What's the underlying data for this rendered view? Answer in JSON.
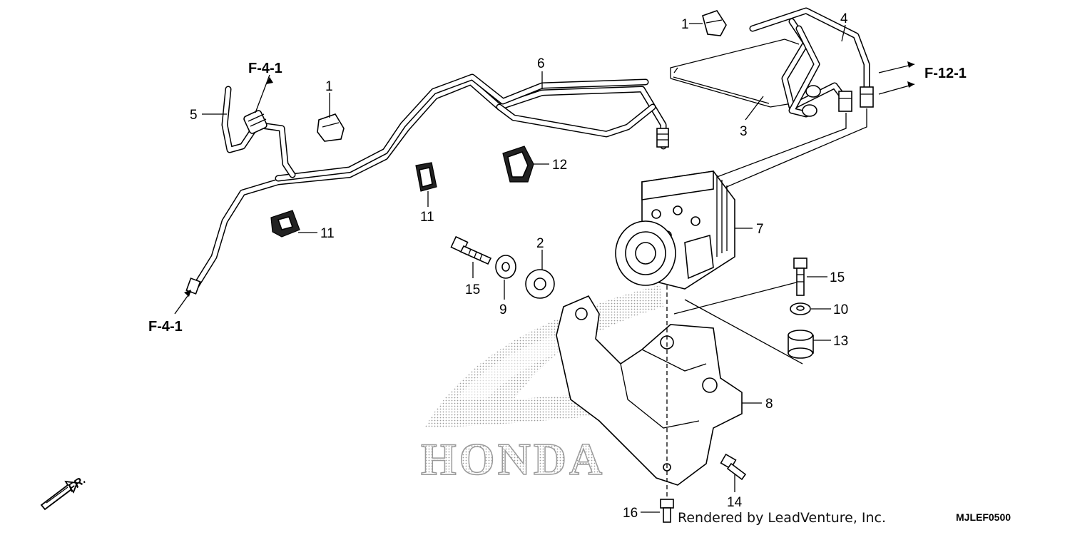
{
  "diagram": {
    "callouts": [
      {
        "id": "c1a",
        "label": "1"
      },
      {
        "id": "c1b",
        "label": "1"
      },
      {
        "id": "c2",
        "label": "2"
      },
      {
        "id": "c3",
        "label": "3"
      },
      {
        "id": "c4",
        "label": "4"
      },
      {
        "id": "c5",
        "label": "5"
      },
      {
        "id": "c6",
        "label": "6"
      },
      {
        "id": "c7",
        "label": "7"
      },
      {
        "id": "c8",
        "label": "8"
      },
      {
        "id": "c9",
        "label": "9"
      },
      {
        "id": "c10",
        "label": "10"
      },
      {
        "id": "c11a",
        "label": "11"
      },
      {
        "id": "c11b",
        "label": "11"
      },
      {
        "id": "c12",
        "label": "12"
      },
      {
        "id": "c13",
        "label": "13"
      },
      {
        "id": "c14",
        "label": "14"
      },
      {
        "id": "c15a",
        "label": "15"
      },
      {
        "id": "c15b",
        "label": "15"
      },
      {
        "id": "c16",
        "label": "16"
      }
    ],
    "refs": {
      "f41_top": "F-4-1",
      "f41_bottom": "F-4-1",
      "f121": "F-12-1"
    },
    "direction_label": "FR.",
    "watermark": "HONDA",
    "credit": "Rendered by LeadVenture, Inc.",
    "diagram_code": "MJLEF0500"
  }
}
